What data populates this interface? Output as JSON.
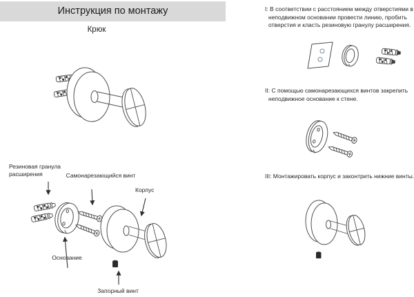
{
  "header": {
    "title": "Инструкция по монтажу",
    "subtitle": "Крюк"
  },
  "diagram_labels": {
    "rubber_granule": "Резиновая гранула расширения",
    "self_tapping_screw": "Самонарезающийся винт",
    "body": "Корпус",
    "base": "Основание",
    "locking_screw": "Запорный винт"
  },
  "steps": [
    {
      "numeral": "I",
      "text": "I: В соответствии с расстоянием между отверстиями в неподвижном основании провести линию, пробить отверстия и класть резиновую гранулу расширения."
    },
    {
      "numeral": "II",
      "text": "II: С помощью самонарезающихся винтов закрепить неподвижное основание к стене."
    },
    {
      "numeral": "III",
      "text": "III: Монтажировать корпус и законтрить нижние винты."
    }
  ],
  "figures": {
    "assembled_hook": "assembled-hook-drawing",
    "exploded_view": "exploded-parts-drawing",
    "step1": "marking-template-and-anchors-drawing",
    "step2": "base-ring-and-screws-drawing",
    "step3": "mounted-hook-and-locking-screw-drawing"
  },
  "colors": {
    "title_box_bg": "#d9d9d9",
    "line": "#4d4d4d",
    "text": "#1f1f1f",
    "dark": "#2b2b2b"
  }
}
